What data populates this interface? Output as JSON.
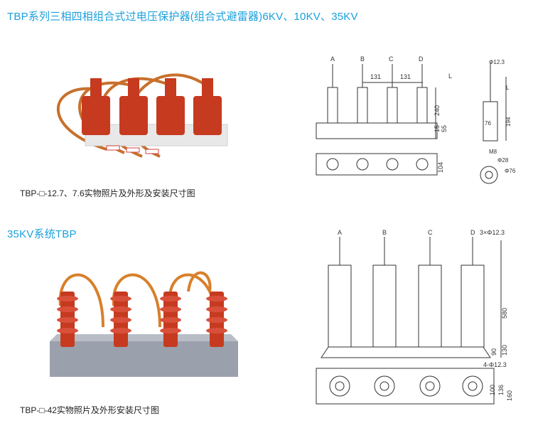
{
  "section1": {
    "title": "TBP系列三相四相组合式过电压保护器(组合式避雷器)6KV、10KV、35KV",
    "caption": "TBP-□-12.7、7.6实物照片及外形及安装尺寸图",
    "drawing": {
      "phases": [
        "A",
        "B",
        "C",
        "D"
      ],
      "spacing": [
        "131",
        "131"
      ],
      "height_labels": [
        "240",
        "15",
        "55",
        "104",
        "L"
      ],
      "side_labels": [
        "Φ12.3",
        "L",
        "194",
        "76",
        "Φ28",
        "Φ76",
        "M8"
      ]
    }
  },
  "section2": {
    "title": "35KV系统TBP",
    "caption": "TBP-□-42实物照片及外形安装尺寸图",
    "drawing": {
      "phases": [
        "A",
        "B",
        "C",
        "D"
      ],
      "labels": [
        "3×Φ12.3",
        "580",
        "90",
        "130",
        "4-Φ12.3",
        "100",
        "136",
        "160"
      ]
    }
  },
  "colors": {
    "heading": "#1aa0dc",
    "insulator": "#c8381e",
    "base": "#9aa0ac"
  }
}
